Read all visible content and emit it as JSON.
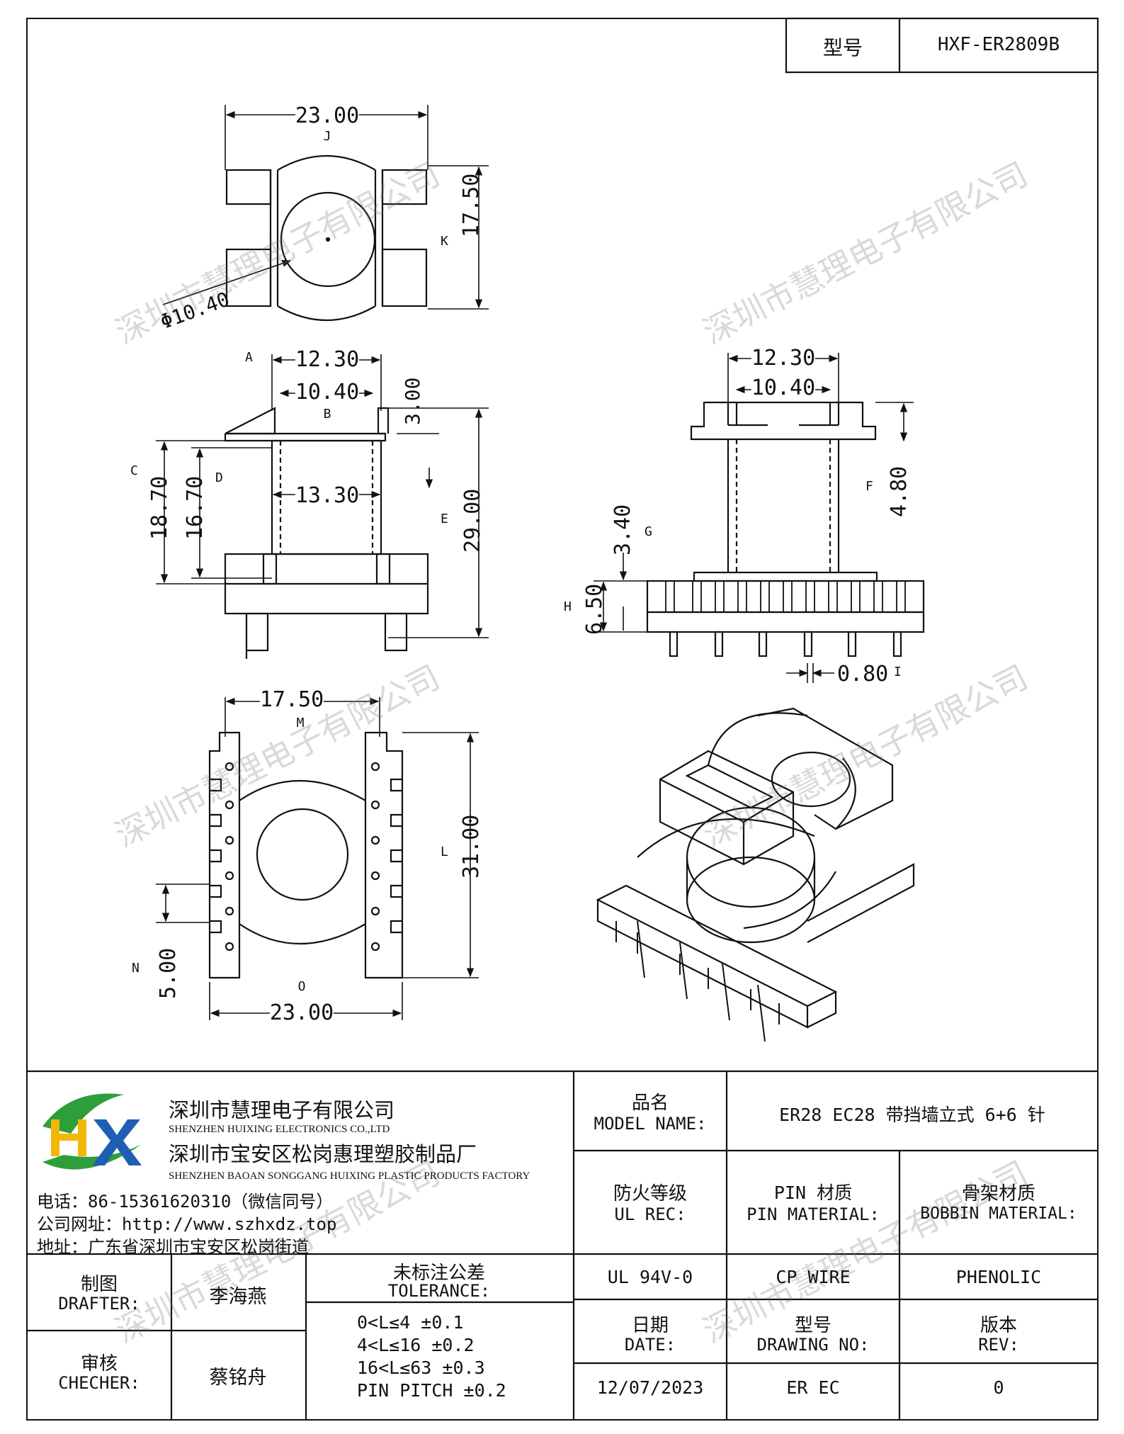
{
  "header": {
    "model_label": "型号",
    "model_value": "HXF-ER2809B"
  },
  "watermark": "深圳市慧理电子有限公司",
  "dimensions": {
    "top_width": "23.00",
    "top_height": "17.50",
    "bore": "Φ10.40",
    "side_outer": "12.30",
    "side_inner": "10.40",
    "side_core": "13.30",
    "side_flange": "3.00",
    "side_c": "18.70",
    "side_d": "16.70",
    "side_e": "29.00",
    "front_outer": "12.30",
    "front_inner": "10.40",
    "front_f": "4.80",
    "front_g": "3.40",
    "front_h": "6.50",
    "front_i": "0.80",
    "bottom_m": "17.50",
    "bottom_l": "31.00",
    "bottom_n": "5.00",
    "bottom_o": "23.00"
  },
  "letters": {
    "a": "A",
    "b": "B",
    "c": "C",
    "d": "D",
    "e": "E",
    "f": "F",
    "g": "G",
    "h": "H",
    "i": "I",
    "j": "J",
    "k": "K",
    "l": "L",
    "m": "M",
    "n": "N",
    "o": "O"
  },
  "company": {
    "logo_text": "HX",
    "name_cn": "深圳市慧理电子有限公司",
    "name_en": "SHENZHEN HUIXING ELECTRONICS CO.,LTD",
    "factory_cn": "深圳市宝安区松岗惠理塑胶制品厂",
    "factory_en": "SHENZHEN BAOAN SONGGANG HUIXING PLASTIC PRODUCTS FACTORY",
    "phone": "电话：86-15361620310（微信同号）",
    "website": "公司网址：http://www.szhxdz.top",
    "address": "地址：广东省深圳市宝安区松岗街道"
  },
  "title_block": {
    "model_name_cn": "品名",
    "model_name_en": "MODEL NAME:",
    "model_name_value": "ER28 EC28 带挡墙立式 6+6 针",
    "ul_cn": "防火等级",
    "ul_en": "UL REC:",
    "pin_cn": "PIN 材质",
    "pin_en": "PIN MATERIAL:",
    "bobbin_cn": "骨架材质",
    "bobbin_en": "BOBBIN MATERIAL:",
    "ul_value": "UL 94V-0",
    "pin_value": "CP WIRE",
    "bobbin_value": "PHENOLIC",
    "drafter_cn": "制图",
    "drafter_en": "DRAFTER:",
    "drafter_name": "李海燕",
    "checker_cn": "审核",
    "checker_en": "CHECHER:",
    "checker_name": "蔡铭舟",
    "tolerance_cn": "未标注公差",
    "tolerance_en": "TOLERANCE:",
    "tolerance_lines": [
      "0<L≤4  ±0.1",
      "4<L≤16 ±0.2",
      "16<L≤63 ±0.3",
      "PIN PITCH ±0.2"
    ],
    "date_cn": "日期",
    "date_en": "DATE:",
    "date_value": "12/07/2023",
    "drawing_cn": "型号",
    "drawing_en": "DRAWING NO:",
    "drawing_value": "ER EC",
    "rev_cn": "版本",
    "rev_en": "REV:",
    "rev_value": "0"
  },
  "colors": {
    "logo_green": "#2e9e3a",
    "logo_yellow": "#f2b705",
    "logo_blue": "#1f5fb3"
  }
}
